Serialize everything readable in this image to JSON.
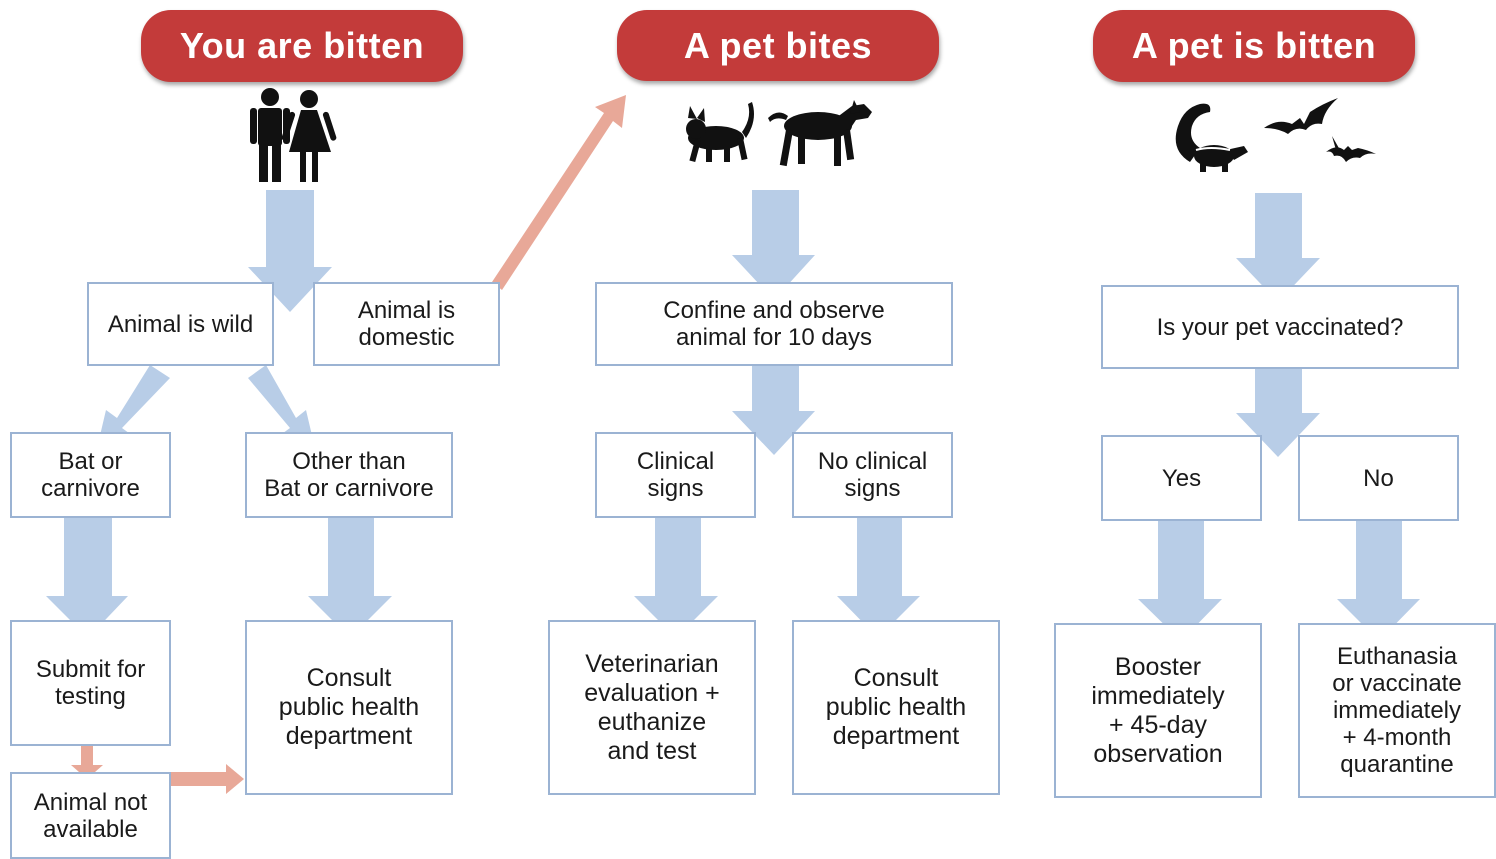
{
  "headers": {
    "you_bitten": "You are bitten",
    "pet_bites": "A pet bites",
    "pet_bitten": "A pet is bitten"
  },
  "icons": {
    "people": "people-icon",
    "pets": "cat-and-dog-icon",
    "wildlife": "skunk-and-bats-icon"
  },
  "colors": {
    "header": "#c33b3a",
    "box_border": "#9bb3d3",
    "flow_arrow": "#b8cde7",
    "alt_arrow": "#e8a898"
  },
  "column1": {
    "wild": "Animal is wild",
    "domestic": "Animal is\ndomestic",
    "bat_carnivore": "Bat or\ncarnivore",
    "other": "Other than\nBat or carnivore",
    "submit": "Submit for\ntesting",
    "consult": "Consult\npublic health\ndepartment",
    "not_available": "Animal not\navailable"
  },
  "column2": {
    "confine": "Confine and observe\nanimal for 10 days",
    "clinical": "Clinical\nsigns",
    "no_clinical": "No clinical\nsigns",
    "vet": "Veterinarian\nevaluation +\neuthanize\nand test",
    "consult": "Consult\npublic health\ndepartment"
  },
  "column3": {
    "vaccinated": "Is your pet vaccinated?",
    "yes": "Yes",
    "no": "No",
    "booster": "Booster\nimmediately\n+ 45-day\nobservation",
    "euthanasia": "Euthanasia\nor vaccinate\nimmediately\n+ 4-month\nquarantine"
  }
}
